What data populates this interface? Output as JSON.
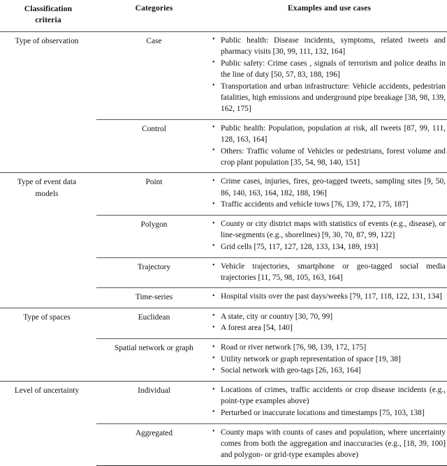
{
  "table": {
    "headers": {
      "criteria": "Classification criteria",
      "criteria_line1": "Classification",
      "criteria_line2": "criteria",
      "categories": "Categories",
      "examples": "Examples and use cases"
    },
    "sections": [
      {
        "criteria": "Type of observation",
        "rows": [
          {
            "category": "Case",
            "bullets": [
              "Public health: Disease incidents, symptoms, related tweets and pharmacy visits [30, 99, 111, 132, 164]",
              "Public safety: Crime cases , signals of terrorism and police deaths in the line of duty [50, 57, 83, 188, 196]",
              "Transportation and urban infrastructure: Vehicle accidents, pedestrian fatalities, high emissions and underground pipe breakage [38, 98, 139, 162, 175]"
            ]
          },
          {
            "category": "Control",
            "bullets": [
              "Public health: Population, population at risk, all tweets [87, 99, 111, 128, 163, 164]",
              "Others: Traffic volume of Vehicles or pedestrians, forest volume and crop plant population [35, 54, 98, 140, 151]"
            ]
          }
        ]
      },
      {
        "criteria": "Type of event data models",
        "criteria_line1": "Type of event data",
        "criteria_line2": "models",
        "rows": [
          {
            "category": "Point",
            "bullets": [
              "Crime cases, injuries, fires, geo-tagged tweets, sampling sites [9, 50, 86, 140, 163, 164, 182, 188, 196]",
              "Traffic accidents and vehicle tows [76, 139, 172, 175, 187]"
            ]
          },
          {
            "category": "Polygon",
            "bullets": [
              "County or city district maps with statistics of events (e.g., disease), or line-segments (e.g., shorelines) [9, 30, 70, 87, 99, 122]",
              "Grid cells [75, 117, 127, 128, 133, 134, 189, 193]"
            ]
          },
          {
            "category": "Trajectory",
            "bullets": [
              "Vehicle trajectories, smartphone or geo-tagged social media trajectories [11, 75, 98, 105, 163, 164]"
            ]
          },
          {
            "category": "Time-series",
            "bullets": [
              "Hospital visits over the past days/weeks [79, 117, 118, 122, 131, 134]"
            ]
          }
        ]
      },
      {
        "criteria": "Type of spaces",
        "rows": [
          {
            "category": "Euclidean",
            "bullets": [
              "A state, city or country [30, 70, 99]",
              "A forest area [54, 140]"
            ]
          },
          {
            "category": "Spatial network or graph",
            "bullets": [
              "Road or river network [76, 98, 139, 172, 175]",
              "Utility network or graph representation of space [19, 38]",
              "Social network with geo-tags [26, 163, 164]"
            ]
          }
        ]
      },
      {
        "criteria": "Level of uncertainty",
        "rows": [
          {
            "category": "Individual",
            "bullets": [
              "Locations of crimes, traffic accidents or crop disease incidents (e.g., point-type examples above)",
              "Perturbed or inaccurate locations and timestamps [75, 103, 138]"
            ]
          },
          {
            "category": "Aggregated",
            "bullets": [
              "County maps with counts of cases and population, where uncertainty comes from both the aggregation and inaccuracies (e.g., [18, 39, 100] and polygon- or grid-type examples above)"
            ]
          }
        ]
      }
    ]
  }
}
